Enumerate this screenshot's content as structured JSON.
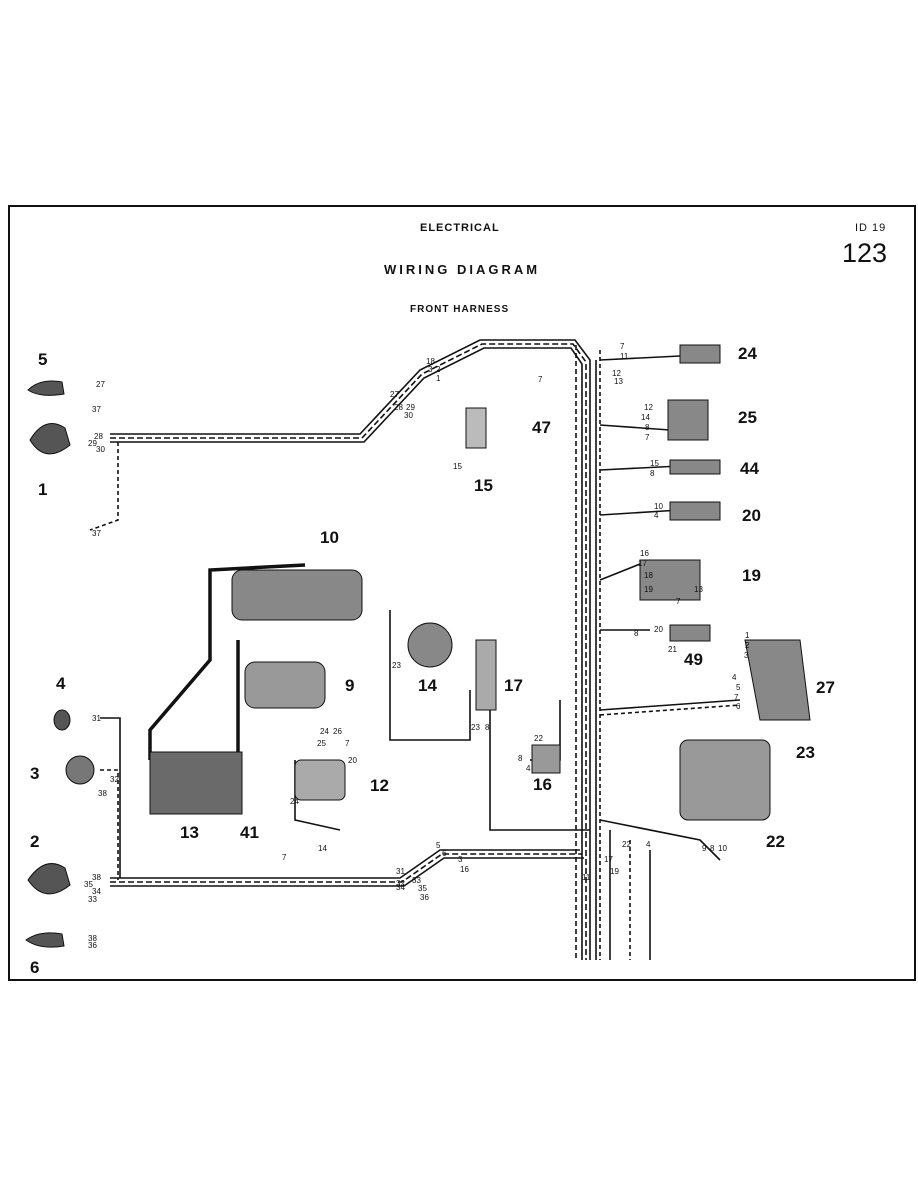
{
  "header": {
    "section_title": "ELECTRICAL",
    "diagram_title": "WIRING DIAGRAM",
    "subtitle": "FRONT HARNESS",
    "model_label": "ID 19",
    "page_number": "123"
  },
  "components": [
    {
      "id": "c1",
      "label": "1"
    },
    {
      "id": "c2",
      "label": "2"
    },
    {
      "id": "c3",
      "label": "3"
    },
    {
      "id": "c4",
      "label": "4"
    },
    {
      "id": "c5",
      "label": "5"
    },
    {
      "id": "c6",
      "label": "6"
    },
    {
      "id": "c9",
      "label": "9"
    },
    {
      "id": "c10",
      "label": "10"
    },
    {
      "id": "c12",
      "label": "12"
    },
    {
      "id": "c13",
      "label": "13"
    },
    {
      "id": "c14",
      "label": "14"
    },
    {
      "id": "c15",
      "label": "15"
    },
    {
      "id": "c16",
      "label": "16"
    },
    {
      "id": "c17",
      "label": "17"
    },
    {
      "id": "c19",
      "label": "19"
    },
    {
      "id": "c20",
      "label": "20"
    },
    {
      "id": "c22",
      "label": "22"
    },
    {
      "id": "c23",
      "label": "23"
    },
    {
      "id": "c24",
      "label": "24"
    },
    {
      "id": "c25",
      "label": "25"
    },
    {
      "id": "c27",
      "label": "27"
    },
    {
      "id": "c41",
      "label": "41"
    },
    {
      "id": "c44",
      "label": "44"
    },
    {
      "id": "c47",
      "label": "47"
    },
    {
      "id": "c49",
      "label": "49"
    }
  ],
  "wire_numbers": [
    "27",
    "37",
    "28",
    "29",
    "30",
    "18",
    "3",
    "2",
    "1",
    "15",
    "7",
    "11",
    "12",
    "13",
    "14",
    "8",
    "16",
    "17",
    "19",
    "10",
    "4",
    "20",
    "21",
    "5",
    "6",
    "22",
    "23",
    "24",
    "25",
    "26",
    "31",
    "32",
    "33",
    "34",
    "35",
    "36",
    "38",
    "9"
  ]
}
